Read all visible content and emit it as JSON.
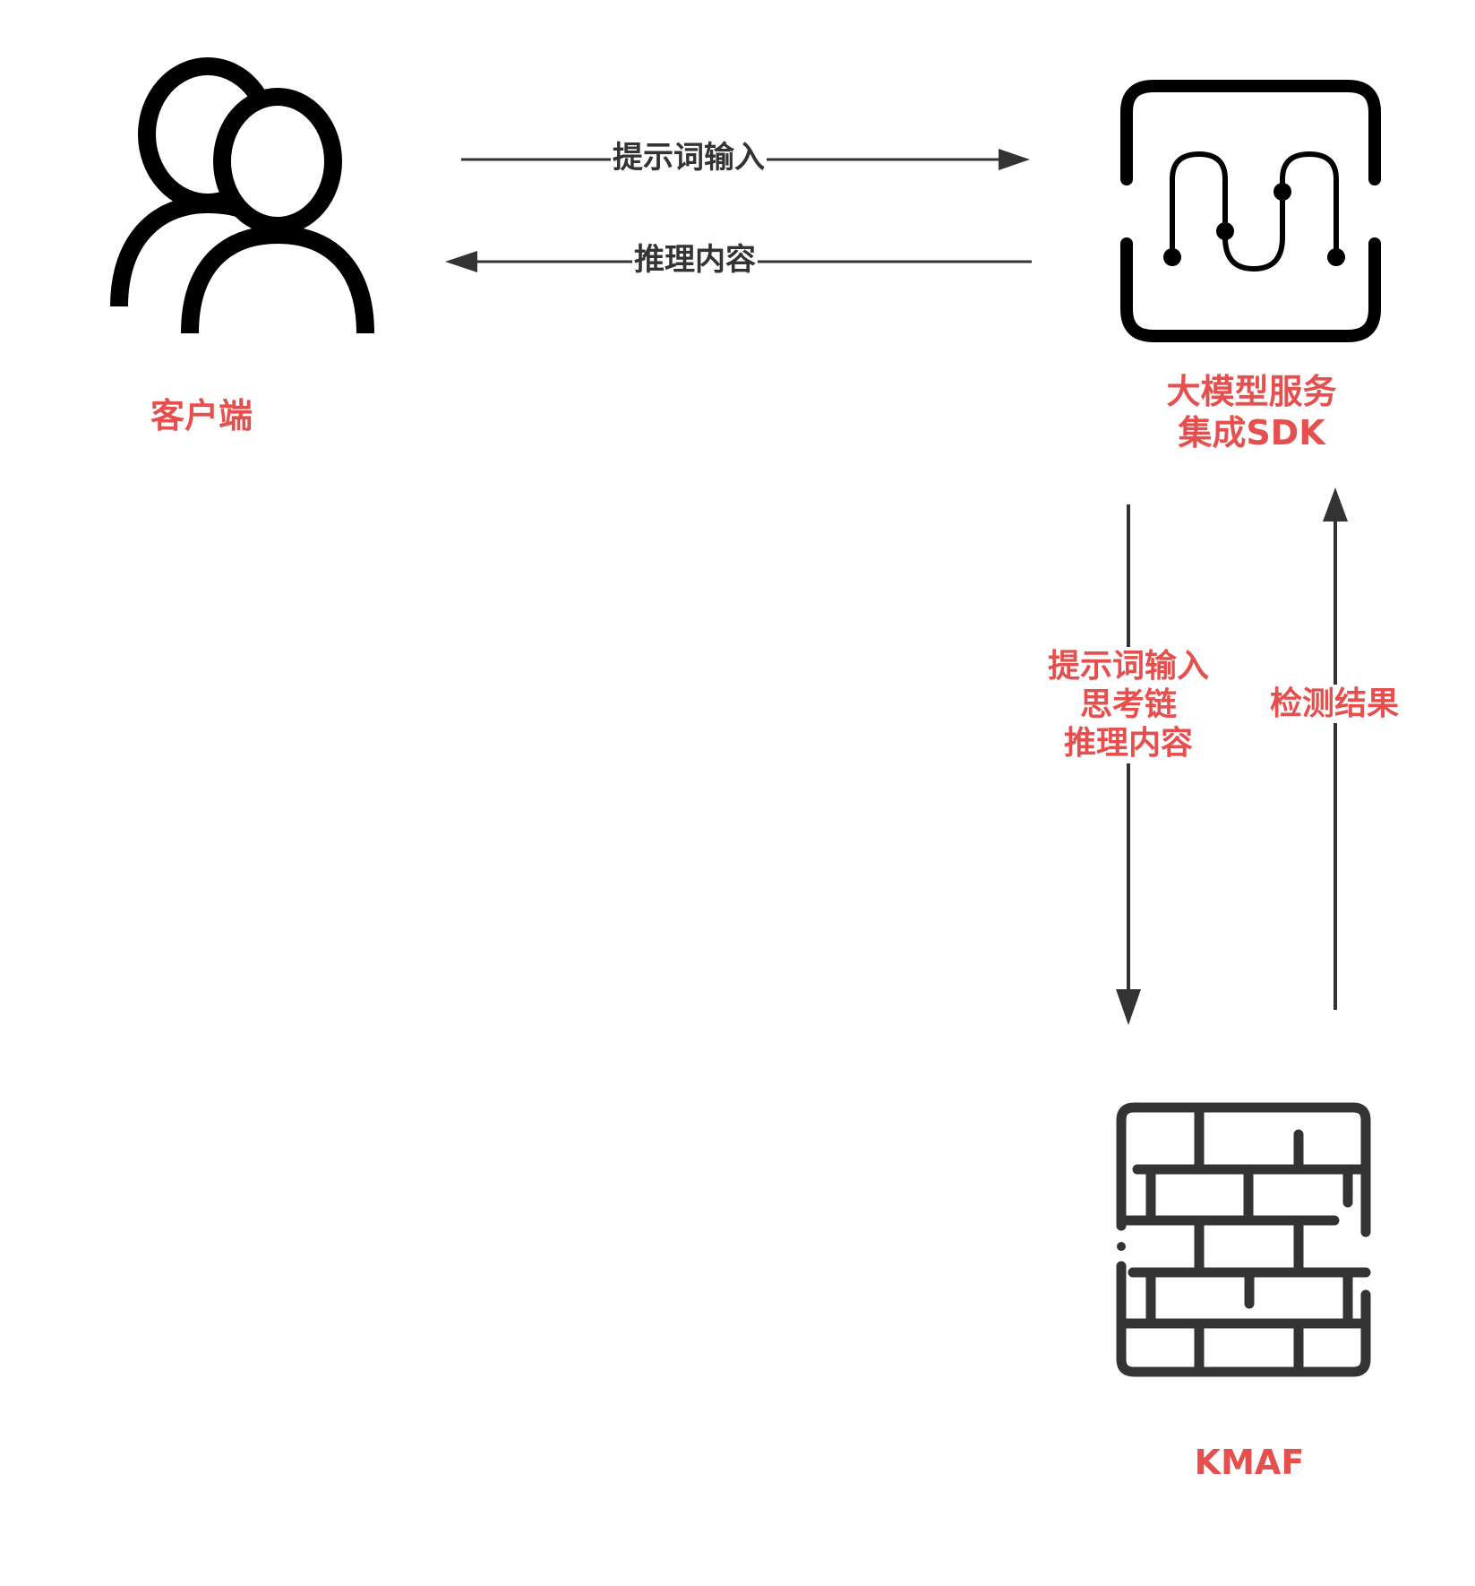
{
  "nodes": {
    "client": {
      "label": "客户端",
      "icon": "users-icon"
    },
    "sdk": {
      "label_line1": "大模型服务",
      "label_line2": "集成SDK",
      "icon": "circuit-chip-icon"
    },
    "kmaf": {
      "label": "KMAF",
      "icon": "firewall-brick-icon"
    }
  },
  "edges": {
    "client_to_sdk": {
      "label": "提示词输入",
      "direction": "right"
    },
    "sdk_to_client": {
      "label": "推理内容",
      "direction": "left"
    },
    "sdk_to_kmaf": {
      "label": "提示词输入\n思考链\n推理内容",
      "direction": "down"
    },
    "kmaf_to_sdk": {
      "label": "检测结果",
      "direction": "up"
    }
  },
  "colors": {
    "label_red": "#e5504f",
    "stroke_dark": "#333333",
    "icon_black": "#000000"
  }
}
